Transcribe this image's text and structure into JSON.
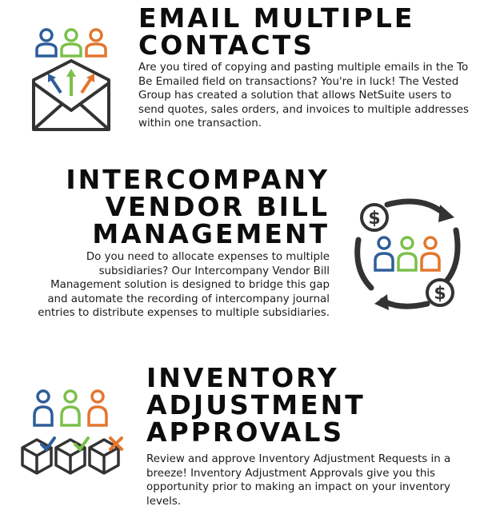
{
  "sections": [
    {
      "title_lines": [
        "EMAIL MULTIPLE",
        "CONTACTS"
      ],
      "description": "Are you tired of copying and pasting multiple emails in the To Be Emailed field on transactions? You're in luck! The Vested Group has created a solution that allows NetSuite users to send quotes, sales orders, and invoices to multiple addresses within one transaction.",
      "icon": "email-multiple-contacts-icon"
    },
    {
      "title_lines": [
        "INTERCOMPANY",
        "VENDOR BILL",
        "MANAGEMENT"
      ],
      "description": "Do you need to allocate expenses to multiple subsidiaries? Our Intercompany Vendor Bill Management solution is designed to bridge this gap and automate the recording of intercompany journal entries to distribute expenses to multiple subsidiaries.",
      "icon": "intercompany-cycle-icon"
    },
    {
      "title_lines": [
        "INVENTORY",
        "ADJUSTMENT",
        "APPROVALS"
      ],
      "description": "Review and approve Inventory Adjustment Requests in a breeze! Inventory Adjustment Approvals give you this opportunity prior to making an impact on your inventory levels.",
      "icon": "inventory-approval-icon"
    }
  ],
  "colors": {
    "person_blue": "#2f5d9a",
    "person_green": "#7cc04a",
    "person_orange": "#e3762e",
    "outline_dark": "#333333"
  }
}
